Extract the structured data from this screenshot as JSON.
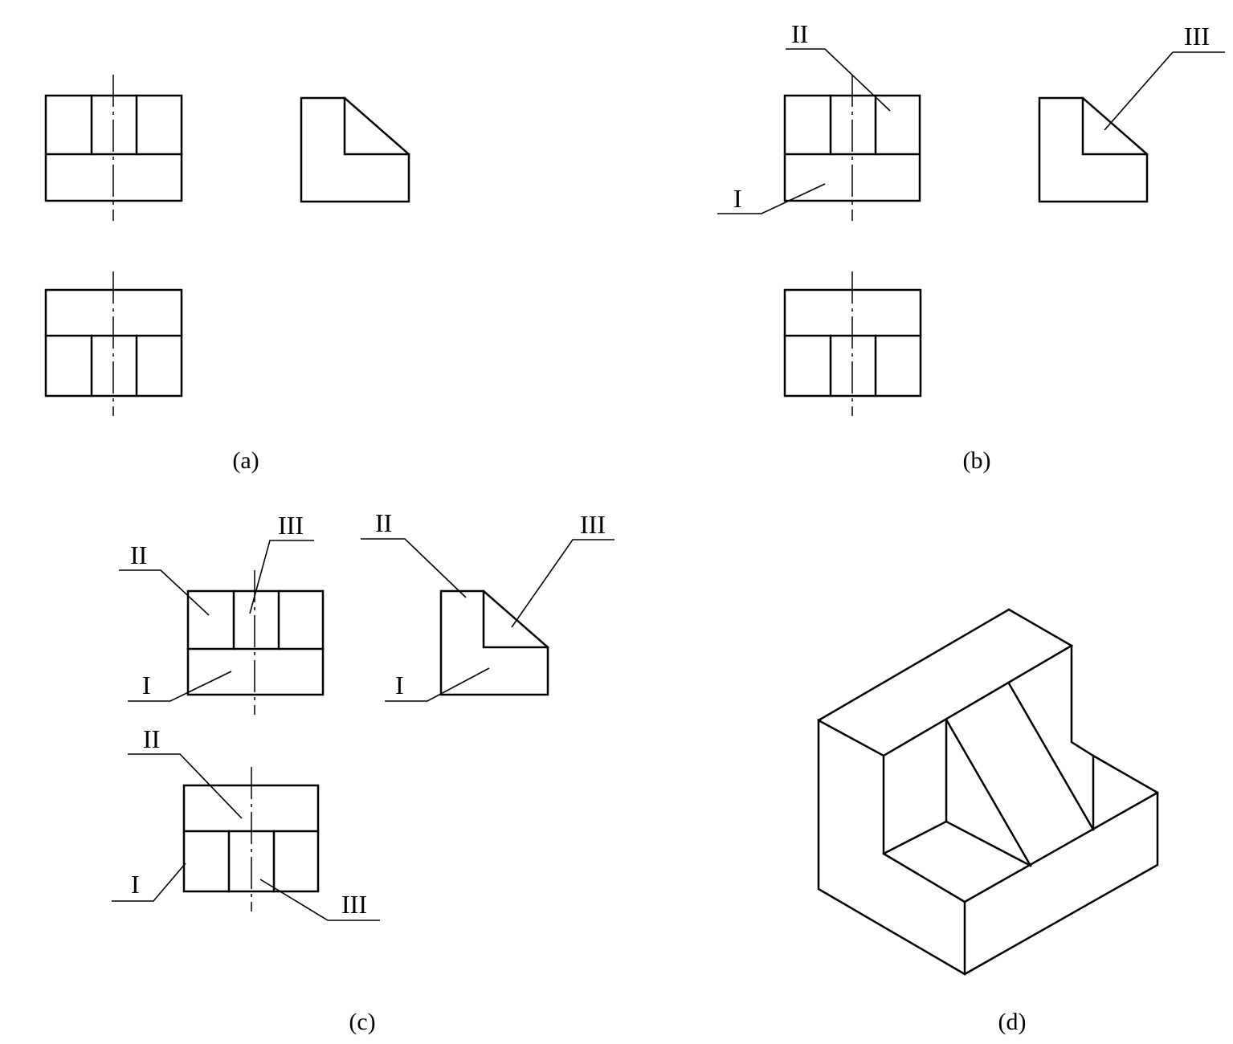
{
  "captions": {
    "a": "(a)",
    "b": "(b)",
    "c": "(c)",
    "d": "(d)"
  },
  "labels": {
    "b": {
      "ii": "II",
      "i": "I",
      "iii": "III"
    },
    "c": {
      "front_ii": "II",
      "front_iii": "III",
      "front_i": "I",
      "side_ii": "II",
      "side_iii": "III",
      "side_i": "I",
      "top_ii": "II",
      "top_i": "I",
      "top_iii": "III"
    }
  }
}
